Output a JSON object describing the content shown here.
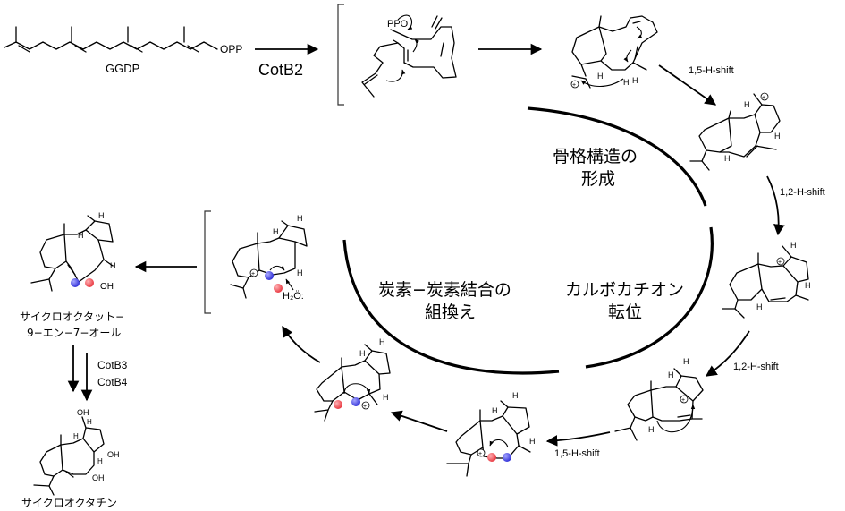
{
  "diagram": {
    "title": "CotB2-catalyzed cyclooctat-9-en-7-ol biosynthesis",
    "colors": {
      "red_label": "#e8343c",
      "blue_label": "#2b2bd6",
      "line": "#000000"
    },
    "compounds": {
      "ggdp": {
        "label": "GGDP",
        "leaving_group": "OPP"
      },
      "intermediate_ppo": {
        "label": "PPO"
      },
      "product1": {
        "label_line1": "サイクロオクタット−",
        "label_line2": "9−エン−7−オール",
        "group": "OH"
      },
      "product2": {
        "label": "サイクロオクタチン",
        "groups": [
          "OH",
          "OH",
          "OH"
        ]
      },
      "water_attack": {
        "label": "H₂Ö:"
      }
    },
    "enzymes": {
      "step1": "CotB2",
      "step_final_1": "CotB3",
      "step_final_2": "CotB4"
    },
    "shifts": [
      {
        "id": "shift1",
        "label": "1,5-H-shift"
      },
      {
        "id": "shift2",
        "label": "1,2-H-shift"
      },
      {
        "id": "shift3",
        "label": "1,2-H-shift"
      },
      {
        "id": "shift4",
        "label": "1,5-H-shift"
      }
    ],
    "cycle_phases": [
      {
        "id": "phase-skeleton",
        "line1": "骨格構造の",
        "line2": "形成"
      },
      {
        "id": "phase-carbocation",
        "line1": "カルボカチオン",
        "line2": "転位"
      },
      {
        "id": "phase-cc-recombination",
        "line1": "炭素−炭素結合の",
        "line2": "組換え"
      }
    ],
    "atom_labels": {
      "H": "H",
      "plus": "+"
    }
  }
}
